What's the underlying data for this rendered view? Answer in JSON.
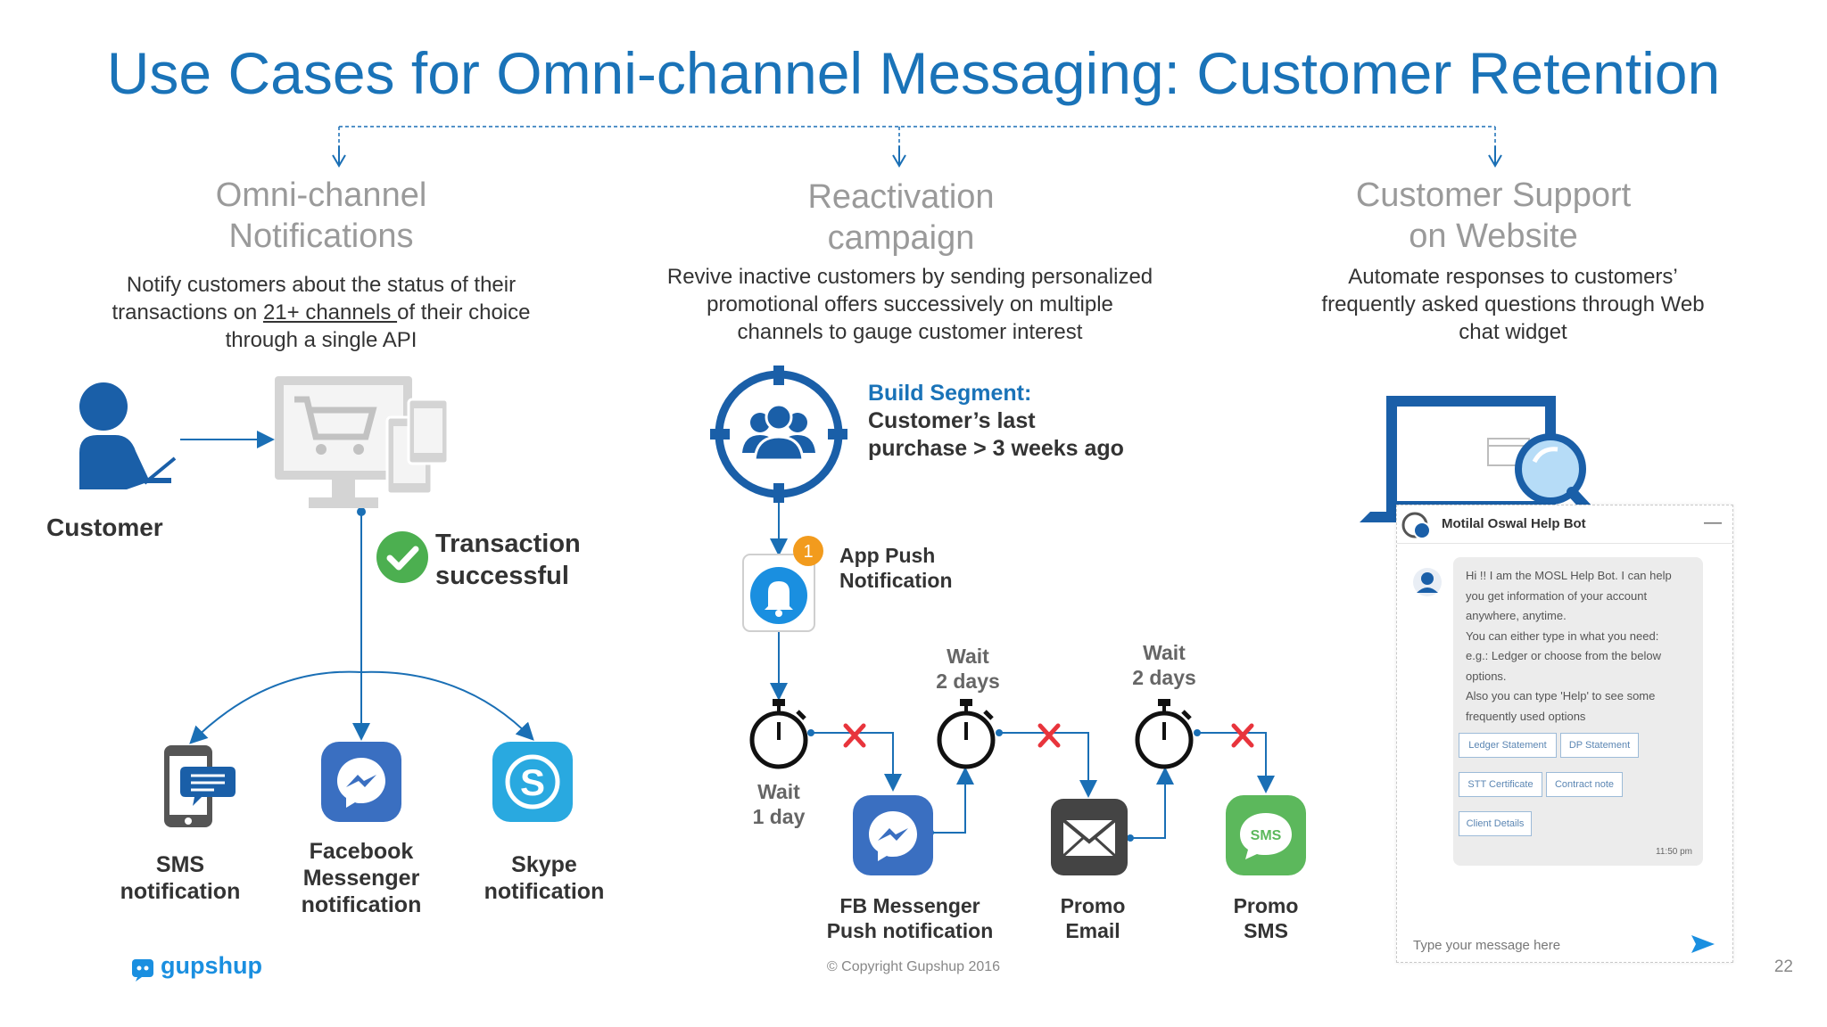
{
  "title": "Use Cases for Omni-channel Messaging: Customer Retention",
  "columns": [
    {
      "heading_line1": "Omni-channel",
      "heading_line2": "Notifications",
      "desc_line1": "Notify customers about the status of their",
      "desc_line2_pre": "transactions on ",
      "desc_line2_link": "21+ channels ",
      "desc_line2_post": "of their choice",
      "desc_line3": "through a single API"
    },
    {
      "heading_line1": "Reactivation",
      "heading_line2": "campaign",
      "desc_line1": "Revive inactive customers by sending personalized",
      "desc_line2": "promotional offers successively on multiple",
      "desc_line3": "channels to gauge customer interest"
    },
    {
      "heading_line1": "Customer Support",
      "heading_line2": "on Website",
      "desc_line1": "Automate responses to customers’",
      "desc_line2": "frequently asked questions through Web",
      "desc_line3": "chat widget"
    }
  ],
  "left": {
    "customer_label": "Customer",
    "transaction_line1": "Transaction",
    "transaction_line2": "successful",
    "sms_line1": "SMS",
    "sms_line2": "notification",
    "fb_line1": "Facebook",
    "fb_line2": "Messenger",
    "fb_line3": "notification",
    "skype_line1": "Skype",
    "skype_line2": "notification"
  },
  "middle": {
    "segment_title": "Build Segment:",
    "segment_line1": "Customer’s last",
    "segment_line2": "purchase > 3 weeks ago",
    "badge": "1",
    "app_push_line1": "App Push",
    "app_push_line2": "Notification",
    "wait1_line1": "Wait",
    "wait1_line2": "1 day",
    "wait2_line1": "Wait",
    "wait2_line2": "2 days",
    "wait3_line1": "Wait",
    "wait3_line2": "2 days",
    "fbpush_line1": "FB Messenger",
    "fbpush_line2": "Push notification",
    "email_line1": "Promo",
    "email_line2": "Email",
    "sms_line1": "Promo",
    "sms_line2": "SMS",
    "sms_icon_text": "SMS"
  },
  "chat": {
    "title": "Motilal Oswal Help Bot",
    "minimize": "—",
    "msg_lines": [
      "Hi !! I am the MOSL Help Bot. I can help",
      "you get information of your account",
      "anywhere, anytime.",
      "You can either type in what you need:",
      "e.g.: Ledger or choose from the below",
      "options.",
      "Also you can type 'Help' to see some",
      "frequently used options"
    ],
    "chips": [
      "Ledger Statement",
      "DP Statement",
      "STT Certificate",
      "Contract note",
      "Client Details"
    ],
    "time": "11:50 pm",
    "input_placeholder": "Type your message here"
  },
  "footer": {
    "logo": "gupshup",
    "copyright": "© Copyright Gupshup 2016",
    "page_number": "22"
  },
  "colors": {
    "title_blue": "#1a73b8",
    "icon_blue": "#1a5fa8",
    "check_green": "#4caf50",
    "cross_red": "#e8343c",
    "badge_orange": "#f29b1d",
    "sms_green": "#5cb85c",
    "skype_blue": "#29a9e0",
    "messenger_blue": "#3a6fc1"
  }
}
